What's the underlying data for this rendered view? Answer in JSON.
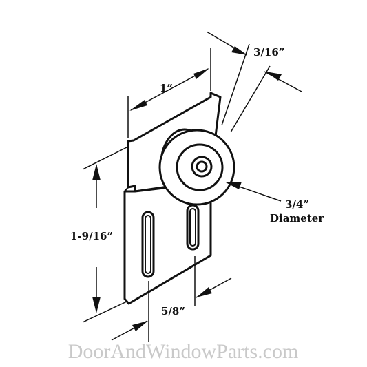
{
  "labels": {
    "width": "1”",
    "thickness": "3/16”",
    "diameter_value": "3/4”",
    "diameter_word": "Diameter",
    "height": "1-9/16”",
    "slot_spacing": "5/8”"
  },
  "watermark": "DoorAndWindowParts.com",
  "colors": {
    "ink": "#111111",
    "watermark": "#c9c9c9",
    "background": "#ffffff"
  }
}
